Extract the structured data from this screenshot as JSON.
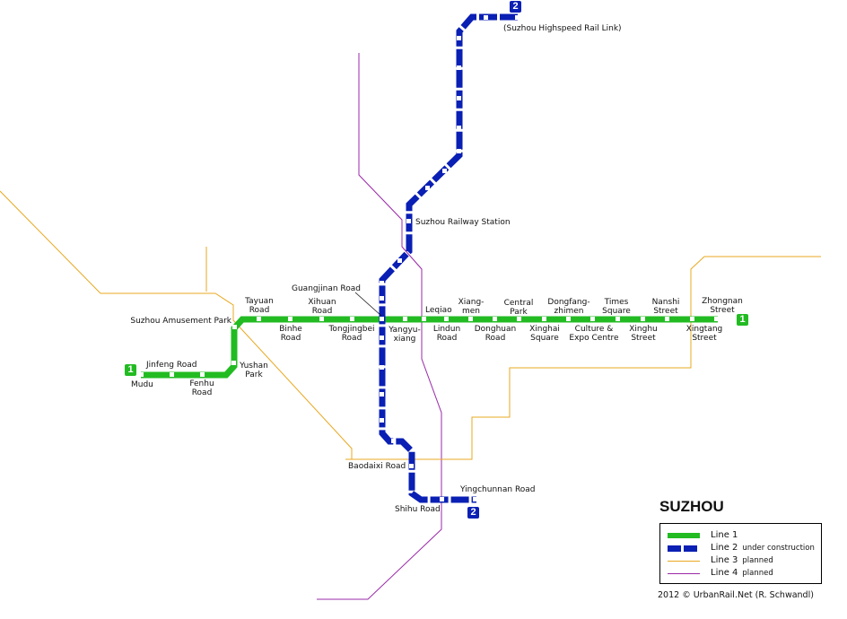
{
  "map": {
    "title": "SUZHOU",
    "credit": "2012 © UrbanRail.Net (R. Schwandl)"
  },
  "colors": {
    "line1": "#22bb22",
    "line2": "#0a1fb4",
    "line3": "#e8a820",
    "line4": "#9a2aa8"
  },
  "lines": [
    {
      "id": "1",
      "name": "Line 1",
      "status": ""
    },
    {
      "id": "2",
      "name": "Line 2",
      "status": "under construction"
    },
    {
      "id": "3",
      "name": "Line 3",
      "status": "planned"
    },
    {
      "id": "4",
      "name": "Line 4",
      "status": "planned"
    }
  ],
  "badges": {
    "line1": "1",
    "line2": "2"
  },
  "line1_stations": {
    "mudu": "Mudu",
    "jinfeng": "Jinfeng Road",
    "fenhu": [
      "Fenhu",
      "Road"
    ],
    "yushan": [
      "Yushan",
      "Park"
    ],
    "amusement": "Suzhou Amusement Park",
    "tayuan": [
      "Tayuan",
      "Road"
    ],
    "binhe": [
      "Binhe",
      "Road"
    ],
    "xihuan": [
      "Xihuan",
      "Road"
    ],
    "tongjingbei": [
      "Tongjingbei",
      "Road"
    ],
    "guangjinan": "Guangjinan Road",
    "yangyuxiang": [
      "Yangyu-",
      "xiang"
    ],
    "leqiao": "Leqiao",
    "lindun": [
      "Lindun",
      "Road"
    ],
    "xiangmen": [
      "Xiang-",
      "men"
    ],
    "donghuan": [
      "Donghuan",
      "Road"
    ],
    "centralpark": [
      "Central",
      "Park"
    ],
    "xinghai": [
      "Xinghai",
      "Square"
    ],
    "dongfangzhimen": [
      "Dongfang-",
      "zhimen"
    ],
    "culture": [
      "Culture &",
      "Expo Centre"
    ],
    "times": [
      "Times",
      "Square"
    ],
    "xinghu": [
      "Xinghu",
      "Street"
    ],
    "nanshi": [
      "Nanshi",
      "Street"
    ],
    "xingtang": [
      "Xingtang",
      "Street"
    ],
    "zhongnan": [
      "Zhongnan",
      "Street"
    ]
  },
  "line2_stations": {
    "highspeed": "(Suzhou Highspeed Rail Link)",
    "railway": "Suzhou Railway Station",
    "baodaixi": "Baodaixi Road",
    "shihu": "Shihu Road",
    "yingchunnan": "Yingchunnan Road"
  }
}
